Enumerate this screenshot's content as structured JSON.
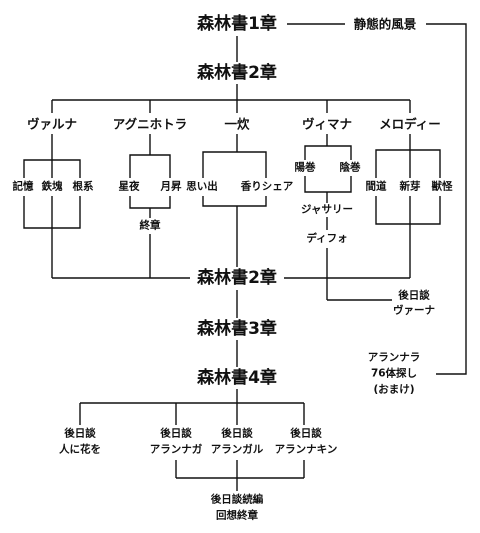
{
  "main": {
    "ch1": "森林書1章",
    "ch2a": "森林書2章",
    "ch2b": "森林書2章",
    "ch3": "森林書3章",
    "ch4": "森林書4章"
  },
  "side": {
    "seitai": "静態的風景",
    "arananara": [
      "アランナラ",
      "76体探し",
      "(おまけ)"
    ]
  },
  "branches": {
    "varuna": "ヴァルナ",
    "agni": "アグニホトラ",
    "ichisui": "一炊",
    "vimana": "ヴィマナ",
    "melody": "メロディー"
  },
  "sub": {
    "kioku": "記憶",
    "tekkai": "鉄塊",
    "konkei": "根系",
    "seiya": "星夜",
    "getsusho": "月昇",
    "shusho": "終章",
    "omoide": "思い出",
    "kaori": "香りシェア",
    "yomaki": "陽巻",
    "inmaki": "陰巻",
    "jasari": "ジャサリー",
    "difo": "ディフォ",
    "kando": "間道",
    "shinga": "新芽",
    "jukai": "獣怪"
  },
  "epilogues": {
    "vana": [
      "後日談",
      "ヴァーナ"
    ],
    "hito": [
      "後日談",
      "人に花を"
    ],
    "anaga": [
      "後日談",
      "アランナガ"
    ],
    "agaru": [
      "後日談",
      "アランガル"
    ],
    "anakin": [
      "後日談",
      "アランナキン"
    ],
    "zoku": [
      "後日談続編",
      "回想終章"
    ]
  }
}
